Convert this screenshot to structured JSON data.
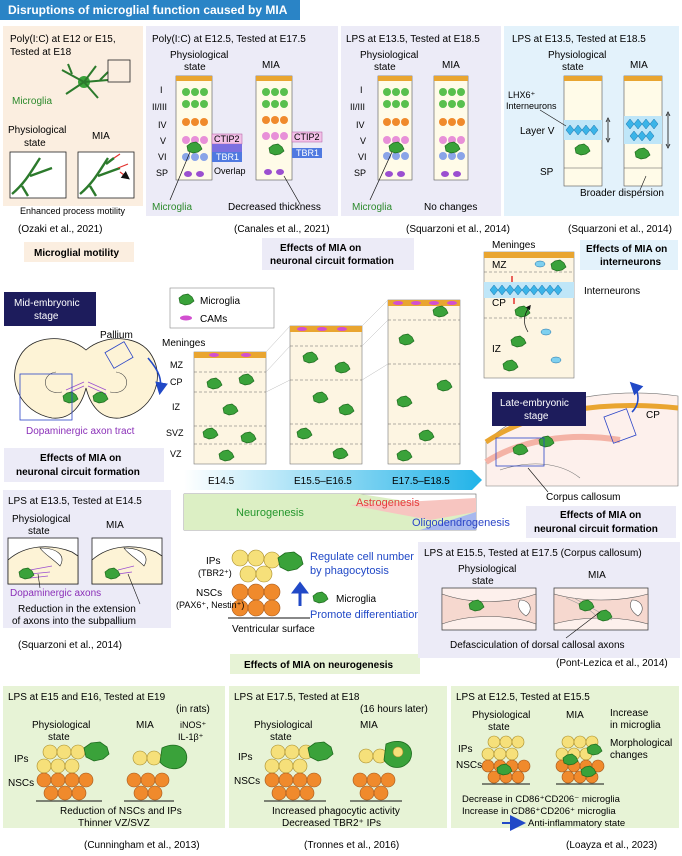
{
  "title": "Disruptions of microglial function caused by MIA",
  "colors": {
    "title_bg": "#2a84c6",
    "panel_peach": "#fbeee0",
    "panel_lav": "#ecebf7",
    "panel_blue": "#e3f2fb",
    "panel_green": "#e7f3d6",
    "microglia": "#3aa23a",
    "nsc": "#f08a2c",
    "ip": "#f6e07a",
    "dark_label": "#1d1c5c",
    "neurogenesis": "#23962c",
    "astrogenesis": "#e53b3b",
    "oligo": "#2b45c7",
    "regulate": "#2149c7"
  },
  "icons": [
    "microglia-cell",
    "arrow-up-icon",
    "arrow-right-icon",
    "double-arrow-icon"
  ],
  "p1": {
    "heading_l1": "Poly(I:C) at E12 or E15,",
    "heading_l2": "Tested at E18",
    "microglia": "Microglia",
    "physio_l1": "Physiological",
    "physio_l2": "state",
    "mia": "MIA",
    "caption": "Enhanced process motility",
    "ref": "(Ozaki et al., 2021)",
    "tag": "Microglial motility"
  },
  "p2": {
    "heading": "Poly(I:C) at E12.5, Tested at E17.5",
    "physio_l1": "Physiological",
    "physio_l2": "state",
    "mia": "MIA",
    "layers": [
      "I",
      "II/III",
      "IV",
      "V",
      "VI",
      "SP"
    ],
    "ctip2": "CTIP2",
    "tbr1": "TBR1",
    "overlap": "Overlap",
    "microglia": "Microglia",
    "caption": "Decreased thickness",
    "ref": "(Canales et al., 2021)"
  },
  "p3": {
    "heading": "LPS at E13.5, Tested at E18.5",
    "physio_l1": "Physiological",
    "physio_l2": "state",
    "mia": "MIA",
    "layers": [
      "I",
      "II/III",
      "IV",
      "V",
      "VI",
      "SP"
    ],
    "microglia": "Microglia",
    "caption": "No changes",
    "ref": "(Squarzoni et al., 2014)"
  },
  "p4": {
    "heading": "LPS at E13.5, Tested at E18.5",
    "physio_l1": "Physiological",
    "physio_l2": "state",
    "mia": "MIA",
    "lhx6_l1": "LHX6⁺",
    "lhx6_l2": "Interneurons",
    "layerv": "Layer V",
    "sp": "SP",
    "caption": "Broader dispersion",
    "ref": "(Squarzoni et al., 2014)"
  },
  "mid": {
    "effects_circuit_l1": "Effects of MIA on",
    "effects_circuit_l2": "neuronal circuit formation",
    "effects_inter_l1": "Effects of MIA on",
    "effects_inter_l2": "interneurons",
    "mid_stage_l1": "Mid-embryonic",
    "mid_stage_l2": "stage",
    "pallium": "Pallium",
    "dopa_tract": "Dopaminergic axon tract",
    "effects_left_l1": "Effects of MIA on",
    "effects_left_l2": "neuronal circuit formation",
    "legend_microglia": "Microglia",
    "legend_cams": "CAMs",
    "meninges": "Meninges",
    "zones": [
      "MZ",
      "CP",
      "IZ",
      "SVZ",
      "VZ"
    ],
    "ages": [
      "E14.5",
      "E15.5–E16.5",
      "E17.5–E18.5"
    ],
    "neurogenesis": "Neurogenesis",
    "astrogenesis": "Astrogenesis",
    "oligodendrogenesis": "Oligodendrogenesis",
    "right_meninges": "Meninges",
    "right_zones": [
      "MZ",
      "CP",
      "IZ"
    ],
    "interneurons": "Interneurons",
    "late_stage_l1": "Late-embryonic",
    "late_stage_l2": "stage",
    "cp": "CP",
    "corpus": "Corpus callosum",
    "effects_right_l1": "Effects of MIA on",
    "effects_right_l2": "neuronal circuit formation"
  },
  "p5": {
    "heading": "LPS at E13.5, Tested at E14.5",
    "physio_l1": "Physiological",
    "physio_l2": "state",
    "mia": "MIA",
    "dopa": "Dopaminergic axons",
    "caption_l1": "Reduction in the extension",
    "caption_l2": "of axons into the subpallium",
    "ref": "(Squarzoni et al., 2014)"
  },
  "neuro": {
    "ips_l1": "IPs",
    "ips_l2": "(TBR2⁺)",
    "nscs_l1": "NSCs",
    "nscs_l2": "(PAX6⁺, Nestin⁺)",
    "regulate_l1": "Regulate cell number",
    "regulate_l2": "by phagocytosis",
    "microglia": "Microglia",
    "promote": "Promote differentiation",
    "ventricular": "Ventricular surface",
    "tag": "Effects of MIA on neurogenesis"
  },
  "p6": {
    "heading": "LPS at E15.5, Tested at E17.5 (Corpus callosum)",
    "physio_l1": "Physiological",
    "physio_l2": "state",
    "mia": "MIA",
    "caption": "Defasciculation of dorsal callosal axons",
    "ref": "(Pont-Lezica et al., 2014)"
  },
  "b1": {
    "heading": "LPS at E15 and E16, Tested at E19",
    "rats": "(in rats)",
    "physio_l1": "Physiological",
    "physio_l2": "state",
    "mia": "MIA",
    "inos": "iNOS⁺",
    "il1b": "IL-1β⁺",
    "ips": "IPs",
    "nscs": "NSCs",
    "caption_l1": "Reduction of NSCs and IPs",
    "caption_l2": "Thinner VZ/SVZ",
    "ref": "(Cunningham et al., 2013)"
  },
  "b2": {
    "heading": "LPS at E17.5, Tested at E18",
    "later": "(16 hours later)",
    "physio_l1": "Physiological",
    "physio_l2": "state",
    "mia": "MIA",
    "ips": "IPs",
    "nscs": "NSCs",
    "caption_l1": "Increased phagocytic activity",
    "caption_l2": "Decreased TBR2⁺ IPs",
    "ref": "(Tronnes et al., 2016)"
  },
  "b3": {
    "heading": "LPS at E12.5, Tested at E15.5",
    "physio_l1": "Physiological",
    "physio_l2": "state",
    "mia": "MIA",
    "incr_l1": "Increase",
    "incr_l2": "in microglia",
    "morph_l1": "Morphological",
    "morph_l2": "changes",
    "ips": "IPs",
    "nscs": "NSCs",
    "dec": "Decrease in CD86⁺CD206⁻ microglia",
    "inc": "Increase in CD86⁺CD206⁺ microglia",
    "anti": "Anti-inflammatory state",
    "ref": "(Loayza et al., 2023)"
  }
}
